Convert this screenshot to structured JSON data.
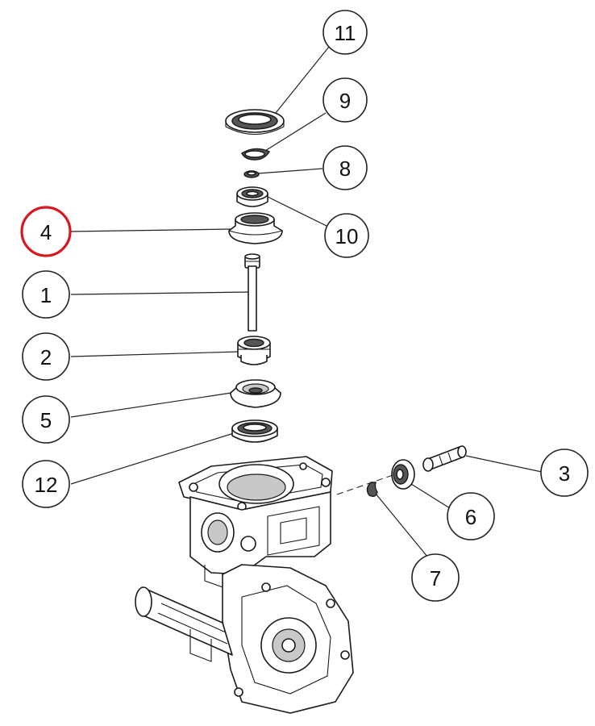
{
  "diagram": {
    "highlight_color": "#d7191f",
    "highlighted_callout": "4",
    "callouts": [
      {
        "id": "c11",
        "label": "11"
      },
      {
        "id": "c9",
        "label": "9"
      },
      {
        "id": "c8",
        "label": "8"
      },
      {
        "id": "c10",
        "label": "10"
      },
      {
        "id": "c4",
        "label": "4"
      },
      {
        "id": "c1",
        "label": "1"
      },
      {
        "id": "c2",
        "label": "2"
      },
      {
        "id": "c5",
        "label": "5"
      },
      {
        "id": "c12",
        "label": "12"
      },
      {
        "id": "c3",
        "label": "3"
      },
      {
        "id": "c6",
        "label": "6"
      },
      {
        "id": "c7",
        "label": "7"
      }
    ]
  }
}
